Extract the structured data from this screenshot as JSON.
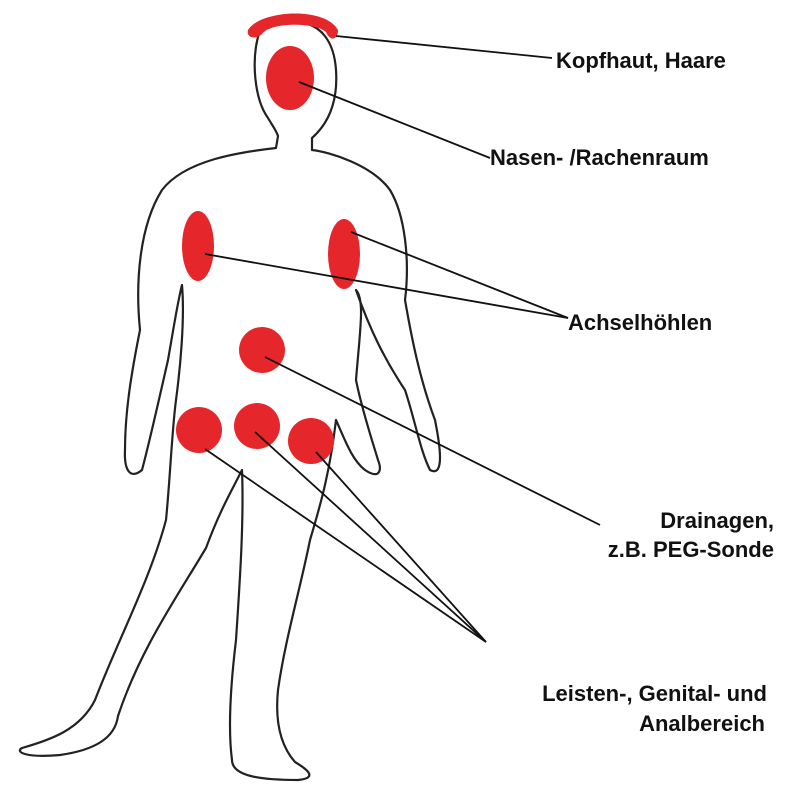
{
  "colors": {
    "marker": "#e5262b",
    "outline": "#222222",
    "leader": "#111111",
    "text": "#111111"
  },
  "labels": {
    "scalp": "Kopfhaut, Haare",
    "nose_throat": "Nasen- /Rachenraum",
    "armpits": "Achselhöhlen",
    "drainage_line1": "Drainagen,",
    "drainage_line2": "z.B. PEG-Sonde",
    "groin_line1": "Leisten-, Genital- und",
    "groin_line2": "Analbereich"
  }
}
